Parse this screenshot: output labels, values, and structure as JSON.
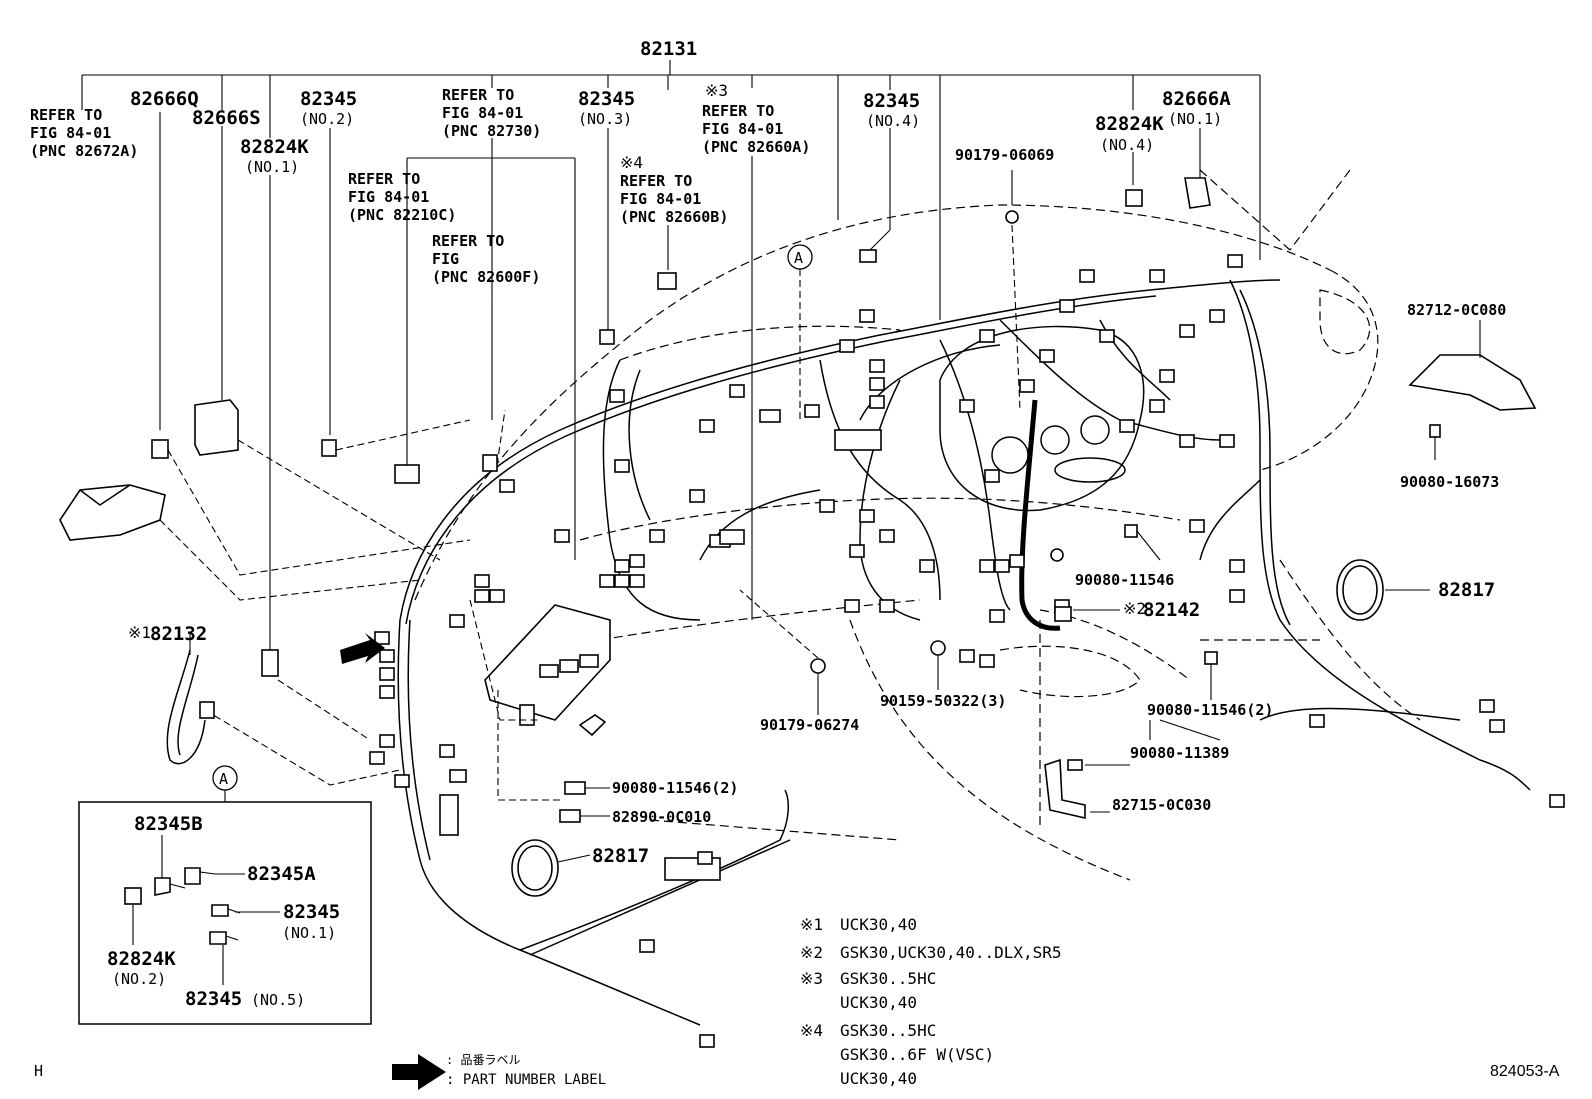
{
  "title_pn": "82131",
  "labels": {
    "l82666q": "82666Q",
    "l82666s": "82666S",
    "l82345_no2": "82345",
    "l82345_no2_sub": "(NO.2)",
    "l82824k_no1": "82824K",
    "l82824k_no1_sub": "(NO.1)",
    "l82345_no3": "82345",
    "l82345_no3_sub": "(NO.3)",
    "l82345_no4": "82345",
    "l82345_no4_sub": "(NO.4)",
    "l82824k_no4": "82824K",
    "l82824k_no4_sub": "(NO.4)",
    "l82666a": "82666A",
    "l82666a_sub": "(NO.1)",
    "l90179_06069": "90179-06069",
    "l82712": "82712-0C080",
    "l90080_16073": "90080-16073",
    "l82817_r": "82817",
    "l90080_11546": "90080-11546",
    "l82142_mark": "※2",
    "l82142": "82142",
    "l90080_11546_2": "90080-11546(2)",
    "l90080_11389": "90080-11389",
    "l82715": "82715-0C030",
    "l90159": "90159-50322(3)",
    "l90179_06274": "90179-06274",
    "l90080_11546_2b": "90080-11546(2)",
    "l82890": "82890-0C010",
    "l82817_b": "82817",
    "l82132_mark": "※1",
    "l82132": "82132"
  },
  "refs": {
    "r82672a": [
      "REFER TO",
      "FIG 84-01",
      "(PNC 82672A)"
    ],
    "r82730": [
      "REFER TO",
      "FIG 84-01",
      "(PNC 82730)"
    ],
    "r82210c": [
      "REFER TO",
      "FIG 84-01",
      "(PNC 82210C)"
    ],
    "r82600f": [
      "REFER TO",
      "FIG",
      "(PNC 82600F)"
    ],
    "r82660b_mark": "※4",
    "r82660b": [
      "REFER TO",
      "FIG 84-01",
      "(PNC 82660B)"
    ],
    "r82660a_mark": "※3",
    "r82660a": [
      "REFER TO",
      "FIG 84-01",
      "(PNC 82660A)"
    ]
  },
  "inset": {
    "callout": "A",
    "l82345b": "82345B",
    "l82345a": "82345A",
    "l82345_no1": "82345",
    "l82345_no1_sub": "(NO.1)",
    "l82824k_no2": "82824K",
    "l82824k_no2_sub": "(NO.2)",
    "l82345_no5": "82345",
    "l82345_no5_sub": "(NO.5)"
  },
  "callout_a": "A",
  "notes": [
    {
      "mark": "※1",
      "lines": [
        "UCK30,40"
      ]
    },
    {
      "mark": "※2",
      "lines": [
        "GSK30,UCK30,40..DLX,SR5"
      ]
    },
    {
      "mark": "※3",
      "lines": [
        "GSK30..5HC",
        "UCK30,40"
      ]
    },
    {
      "mark": "※4",
      "lines": [
        "GSK30..5HC",
        "GSK30..6F W(VSC)",
        "UCK30,40"
      ]
    }
  ],
  "legend": {
    "jp": ": 品番ラベル",
    "en": ": PART NUMBER LABEL"
  },
  "corner_left": "H",
  "figure_id": "824053-A"
}
